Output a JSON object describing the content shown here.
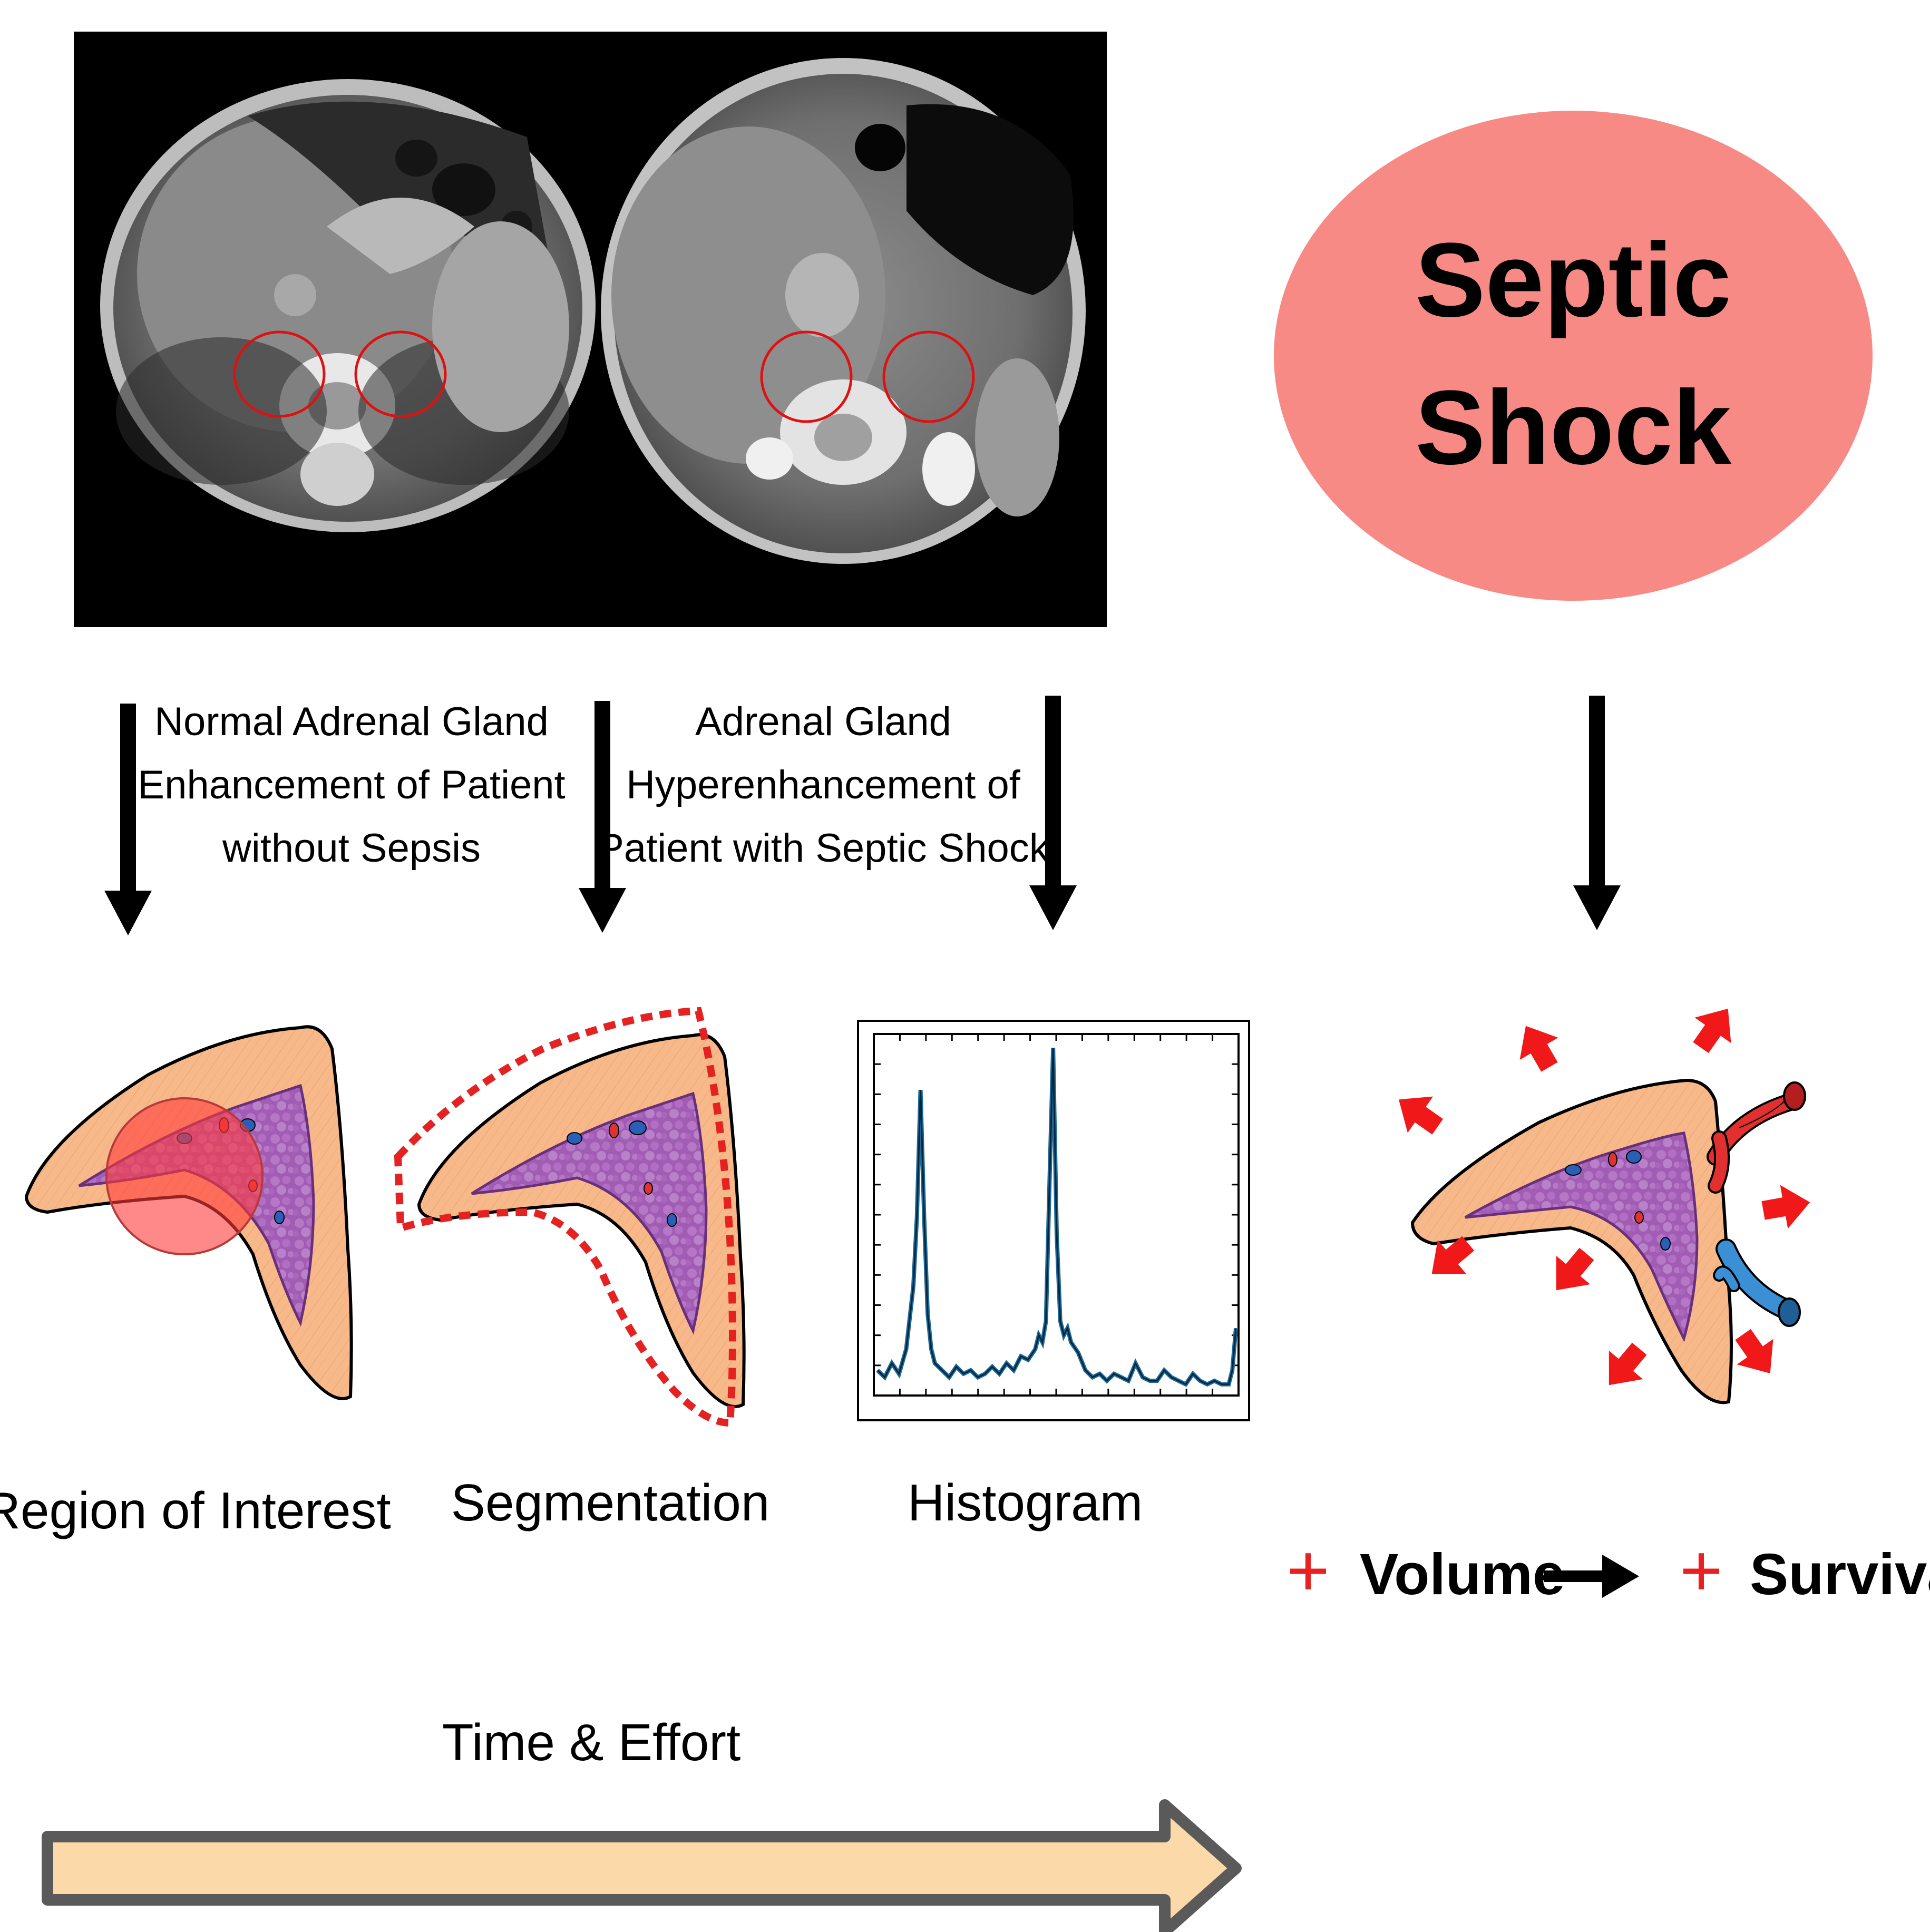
{
  "title_ellipse": {
    "line1": "Septic",
    "line2": "Shock"
  },
  "captions": {
    "normal": [
      "Normal Adrenal Gland",
      "Enhancement of Patient",
      "without Sepsis"
    ],
    "hyper": [
      "Adrenal Gland",
      "Hyperenhancement of",
      "Patient with Septic Shock"
    ]
  },
  "steps": {
    "roi": "Region of Interest",
    "segmentation": "Segmentation",
    "histogram": "Histogram"
  },
  "outcome": {
    "plus1": "+",
    "volume": "Volume",
    "plus2": "+",
    "survival": "Survival"
  },
  "time_effort": "Time & Effort",
  "colors": {
    "ellipse_fill": "#f88a85",
    "marker_red": "#e02020",
    "gland_orange": "#f7b98a",
    "gland_purple": "#a465b8",
    "arrow_fill": "#fcd9a8",
    "arrow_stroke": "#5a5a5a",
    "hist_line": "#1b6a9c",
    "vein_blue": "#3b8fd4",
    "artery_red": "#e23030"
  },
  "icons": [
    "ct-scan-image",
    "adrenal-gland-icon",
    "histogram-icon",
    "expansion-arrows-icon"
  ],
  "chart_data": {
    "type": "line",
    "title": "",
    "xlabel": "",
    "ylabel": "",
    "description_peaks": [
      0.13,
      0.5
    ],
    "x": [
      0,
      2,
      4,
      6,
      8,
      10,
      11,
      12,
      13,
      14,
      15,
      16,
      18,
      20,
      22,
      24,
      26,
      28,
      30,
      32,
      34,
      36,
      38,
      40,
      42,
      44,
      45,
      46,
      47,
      48,
      49,
      50,
      51,
      52,
      53,
      54,
      56,
      58,
      60,
      62,
      64,
      66,
      68,
      70,
      72,
      74,
      76,
      78,
      80,
      82,
      84,
      86,
      88,
      90,
      92,
      94,
      96,
      98,
      99,
      100
    ],
    "y": [
      0.06,
      0.04,
      0.08,
      0.05,
      0.12,
      0.3,
      0.5,
      0.86,
      0.5,
      0.22,
      0.12,
      0.08,
      0.06,
      0.04,
      0.07,
      0.05,
      0.06,
      0.04,
      0.05,
      0.07,
      0.05,
      0.08,
      0.06,
      0.1,
      0.09,
      0.12,
      0.16,
      0.14,
      0.2,
      0.6,
      0.98,
      0.45,
      0.2,
      0.16,
      0.18,
      0.14,
      0.11,
      0.06,
      0.04,
      0.05,
      0.03,
      0.05,
      0.04,
      0.03,
      0.08,
      0.04,
      0.03,
      0.03,
      0.06,
      0.04,
      0.03,
      0.02,
      0.05,
      0.03,
      0.02,
      0.03,
      0.02,
      0.02,
      0.06,
      0.18
    ]
  }
}
